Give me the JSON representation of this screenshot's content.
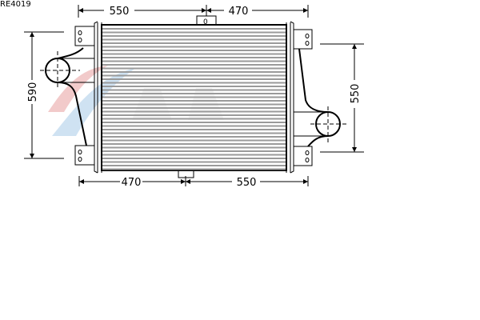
{
  "part_code": "RE4019",
  "dimensions": {
    "top_left": "550",
    "top_right": "470",
    "bottom_left": "470",
    "bottom_right": "550",
    "left_height": "590",
    "right_height": "550"
  },
  "colors": {
    "line": "#000000",
    "watermark_red": "#e8a0a0",
    "watermark_blue": "#a8cce8"
  }
}
